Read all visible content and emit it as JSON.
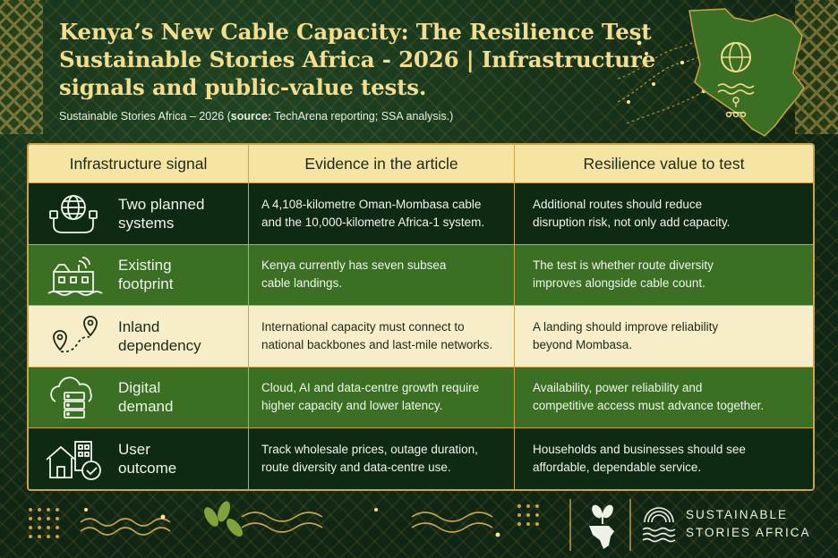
{
  "header": {
    "title_line1": "Kenya’s New Cable Capacity: The Resilience Test",
    "title_line2": "Sustainable Stories Africa - 2026 | Infrastructure",
    "title_line3": "signals and public-value tests.",
    "subtitle_prefix": "Sustainable Stories Africa – 2026 (",
    "subtitle_source_label": "source:",
    "subtitle_suffix": " TechArena reporting; SSA analysis.)"
  },
  "table": {
    "columns": [
      "Infrastructure signal",
      "Evidence in the article",
      "Resilience value to test"
    ],
    "rows": [
      {
        "icon": "globe-network-icon",
        "signal": "Two planned\nsystems",
        "evidence": "A 4,108-kilometre Oman-Mombasa cable\nand the 10,000-kilometre Africa-1 system.",
        "value": "Additional routes should reduce\ndisruption risk, not only add capacity."
      },
      {
        "icon": "cable-landing-station-icon",
        "signal": "Existing\nfootprint",
        "evidence": "Kenya currently has seven subsea\ncable landings.",
        "value": "The test is whether route diversity\nimproves alongside cable count."
      },
      {
        "icon": "map-route-pins-icon",
        "signal": "Inland\ndependency",
        "evidence": "International capacity must connect to\nnational backbones and last-mile networks.",
        "value": "A landing should improve reliability\nbeyond Mombasa."
      },
      {
        "icon": "cloud-server-icon",
        "signal": "Digital\ndemand",
        "evidence": "Cloud, AI and data-centre growth require\nhigher capacity and lower latency.",
        "value": "Availability, power reliability and\ncompetitive access must advance together."
      },
      {
        "icon": "home-building-check-icon",
        "signal": "User\noutcome",
        "evidence": "Track wholesale prices, outage duration,\nroute diversity and data-centre use.",
        "value": "Households and businesses should see\naffordable, dependable service."
      }
    ]
  },
  "footer": {
    "brand_name": "SUSTAINABLE\nSTORIES AFRICA"
  },
  "colors": {
    "background": "#14301a",
    "gold": "#c9a44a",
    "title": "#f3dd8e",
    "header_row": "#f6e4a2",
    "row_dark": "#0f2a13",
    "row_green": "#3b6f23",
    "row_cream": "#f7edc8"
  }
}
